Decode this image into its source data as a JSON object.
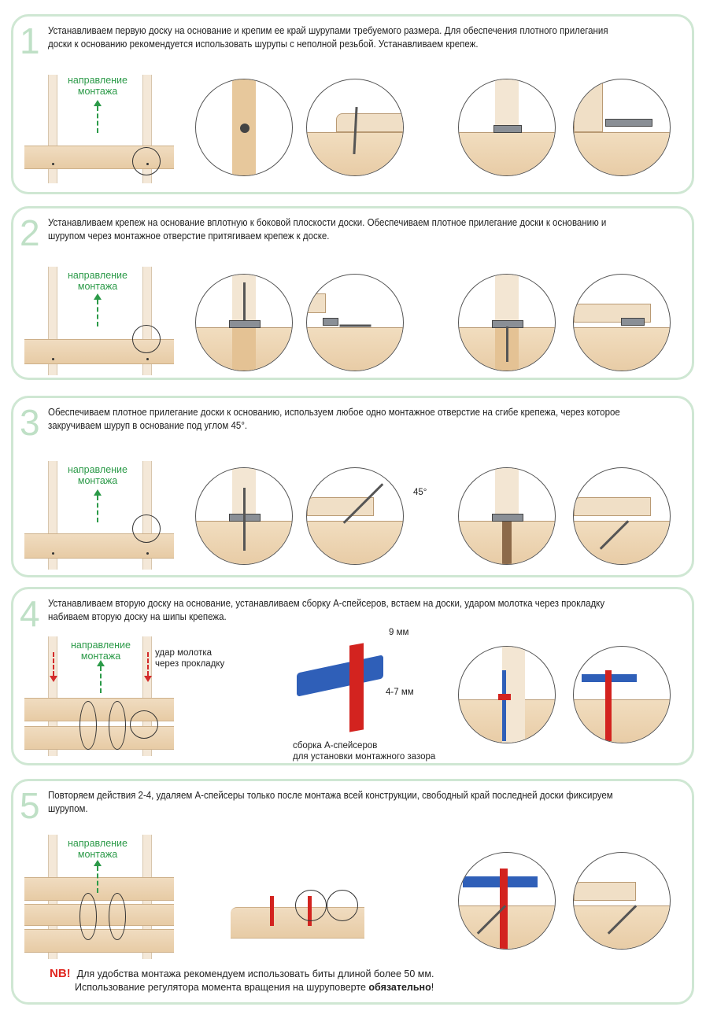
{
  "direction_label": [
    "направление",
    "монтажа"
  ],
  "steps": [
    {
      "number": "1",
      "text": "Устанавливаем первую доску на основание и крепим ее край шурупами требуемого размера. Для обеспечения плотного прилегания доски к основанию рекомендуется использовать шурупы с неполной резьбой. Устанавливаем крепеж."
    },
    {
      "number": "2",
      "text": "Устанавливаем крепеж на основание вплотную к боковой плоскости доски. Обеспечиваем плотное прилегание доски к основанию и шурупом через монтажное отверстие притягиваем крепеж к доске."
    },
    {
      "number": "3",
      "text": "Обеспечиваем плотное прилегание доски к основанию, используем любое одно монтажное отверстие на сгибе крепежа, через которое закручиваем шуруп в основание под углом 45°.",
      "angle_label": "45°"
    },
    {
      "number": "4",
      "text": "Устанавливаем вторую доску на основание, устанавливаем сборку А-спейсеров, встаем на доски, ударом молотка через прокладку набиваем вторую доску на шипы крепежа.",
      "hammer_label": [
        "удар молотка",
        "через прокладку"
      ],
      "dim_top": "9 мм",
      "dim_side": "4-7 мм",
      "spacer_caption": [
        "сборка А-спейсеров",
        "для установки монтажного зазора"
      ]
    },
    {
      "number": "5",
      "text": "Повторяем действия 2-4, удаляем А-спейсеры только после монтажа всей конструкции, свободный край последней доски фиксируем шурупом."
    }
  ],
  "note": {
    "mark": "NB!",
    "line1": "Для удобства монтажа рекомендуем использовать биты длиной более 50 мм.",
    "line2_prefix": "Использование регулятора момента вращения на шуруповерте ",
    "line2_bold": "обязательно",
    "line2_suffix": "!"
  },
  "colors": {
    "border": "#cfe7d3",
    "number": "#bfe0c6",
    "direction": "#2b9a48",
    "hammer_arrow": "#d32a2a",
    "spacer_blue": "#2f5fb8",
    "spacer_red": "#d3231f"
  }
}
